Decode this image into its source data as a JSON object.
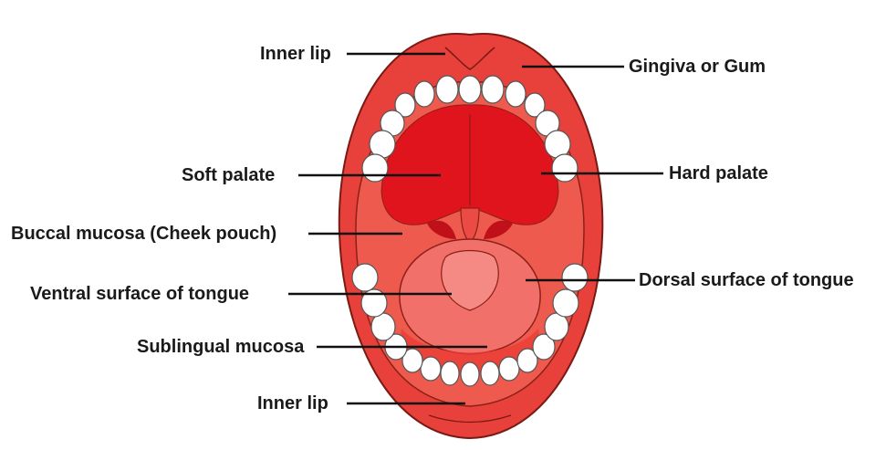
{
  "labels": {
    "inner_lip_top": "Inner lip",
    "gingiva": "Gingiva or Gum",
    "soft_palate": "Soft palate",
    "hard_palate": "Hard palate",
    "buccal_mucosa": "Buccal mucosa (Cheek pouch)",
    "ventral_surface": "Ventral surface of tongue",
    "dorsal_surface": "Dorsal surface of tongue",
    "sublingual_mucosa": "Sublingual mucosa",
    "inner_lip_bottom": "Inner lip"
  },
  "colors": {
    "lip_outer": "#e8403a",
    "mucosa": "#ef5a4e",
    "deep_red": "#e0141c",
    "tongue": "#f2706a",
    "teeth": "#ffffff",
    "outline": "#7a1a14"
  }
}
